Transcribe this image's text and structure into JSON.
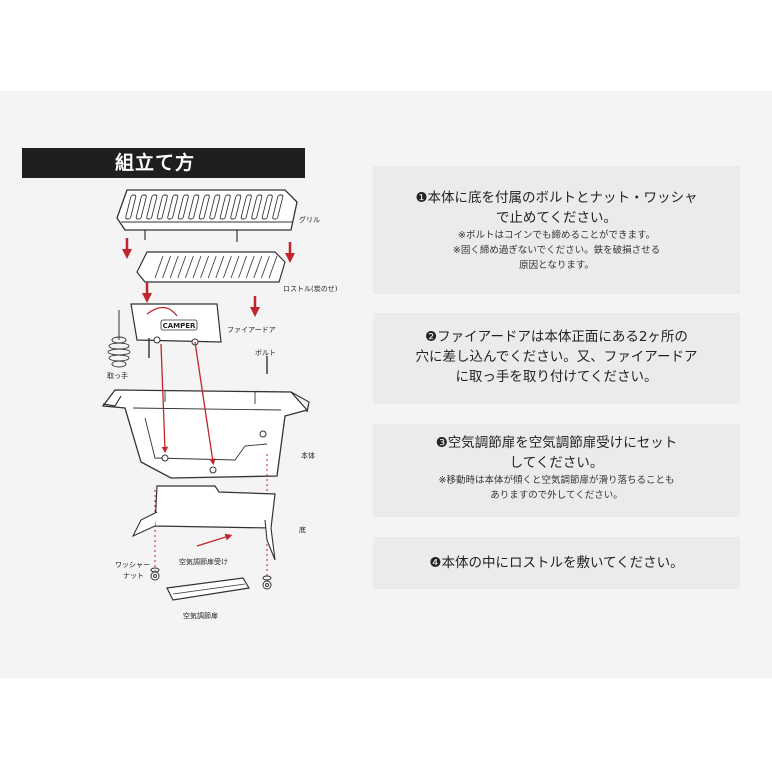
{
  "title": "組立て方",
  "diagram_labels": {
    "grill": "グリル",
    "rostle": "ロストル(炭のせ)",
    "fire_door": "ファイアードア",
    "bolt": "ボルト",
    "handle": "取っ手",
    "body": "本体",
    "bottom": "底",
    "washer": "ワッシャー",
    "nut": "ナット",
    "damper_holder": "空気調節扉受け",
    "damper": "空気調節扉",
    "logo": "CAMPER"
  },
  "steps": [
    {
      "lines": [
        "❶本体に底を付属のボルトとナット・ワッシャ",
        "で止めてください。"
      ],
      "notes": [
        "※ボルトはコインでも締めることができます。",
        "※固く締め過ぎないでください。鉄を破損させる",
        "原因となります。"
      ]
    },
    {
      "lines": [
        "❷ファイアードアは本体正面にある2ヶ所の",
        "穴に差し込んでください。又、ファイアードア",
        "に取っ手を取り付けてください。"
      ],
      "notes": []
    },
    {
      "lines": [
        "❸空気調節扉を空気調節扉受けにセット",
        "してください。"
      ],
      "notes": [
        "※移動時は本体が傾くと空気調節扉が滑り落ちることも",
        "ありますので外してください。"
      ]
    },
    {
      "lines": [
        "❹本体の中にロストルを敷いてください。"
      ],
      "notes": []
    }
  ],
  "colors": {
    "title_bg": "#1f1f1f",
    "arrow_red": "#c0262c",
    "box_bg": "#ebebeb",
    "band_bg": "#f4f4f4"
  }
}
